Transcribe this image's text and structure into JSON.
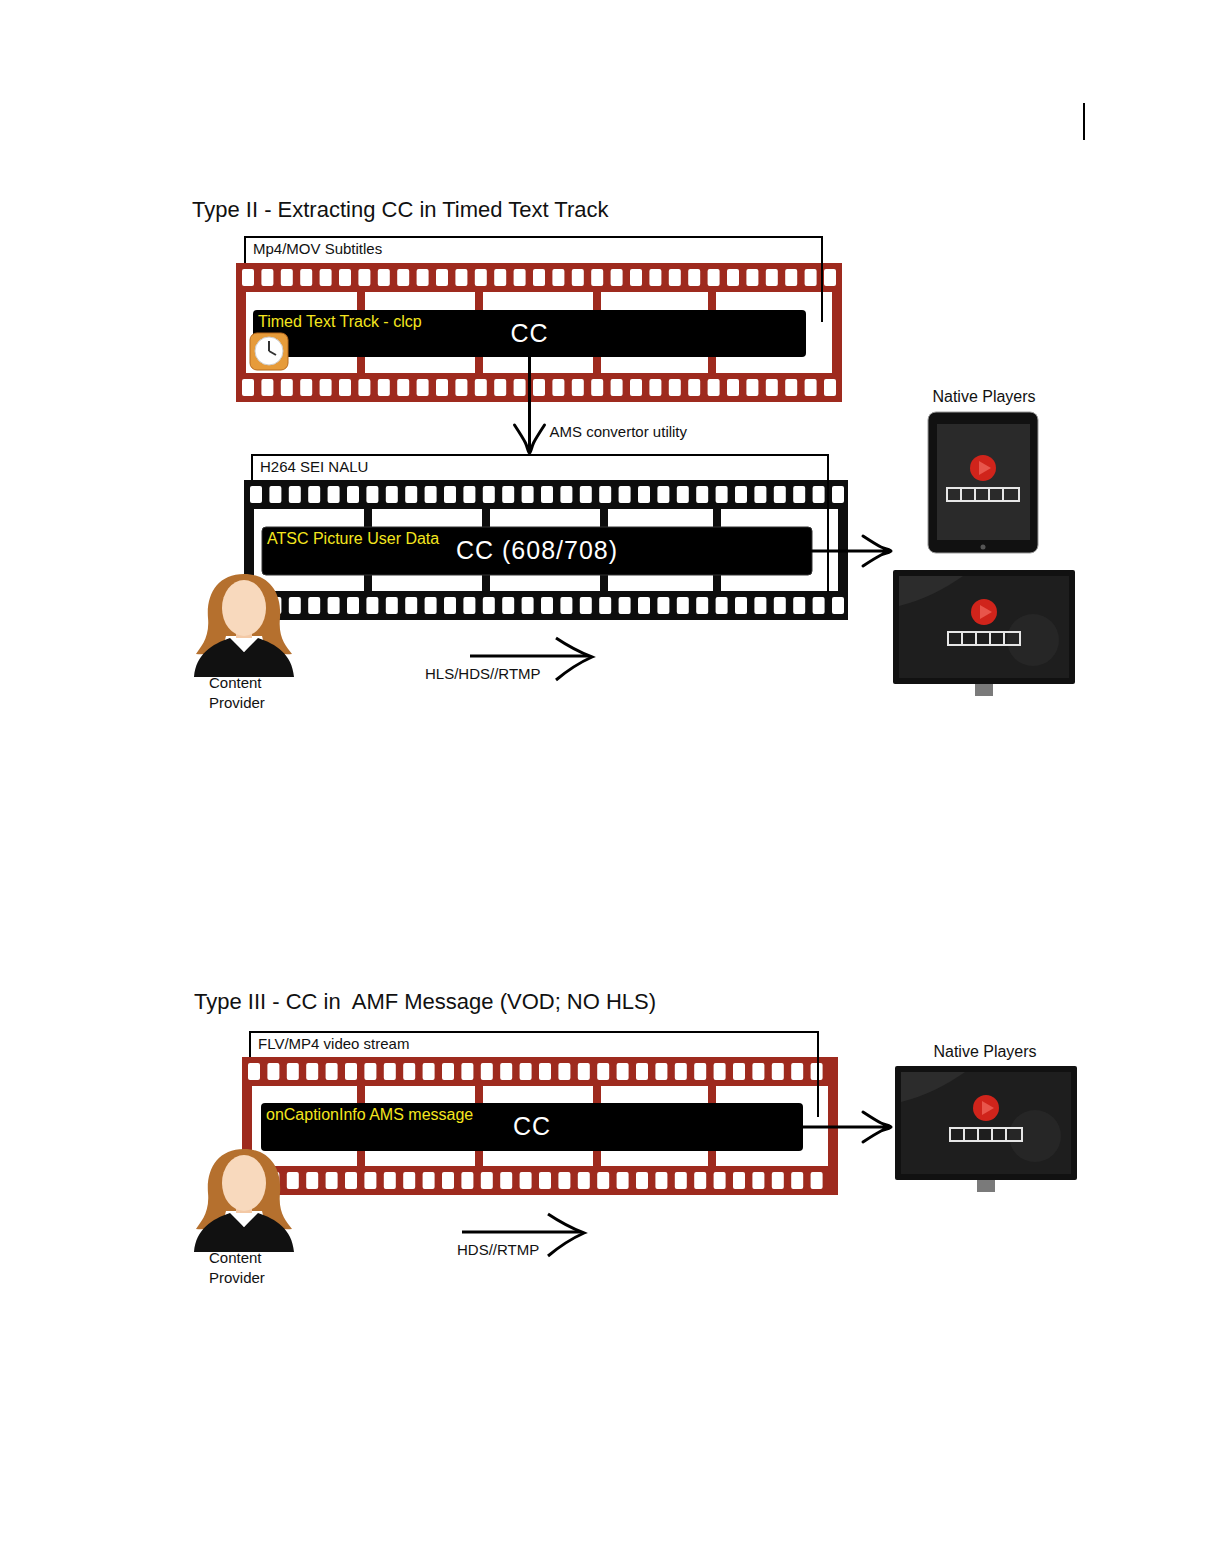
{
  "diagram": {
    "nodes": [
      {
        "text": [
          "Mp4/MOV Subtitles"
        ]
      },
      {
        "text": [
          "Timed Text Track - clcp",
          "CC"
        ],
        "in": 0
      },
      {
        "text": [
          "H264 SEI NALU"
        ]
      },
      {
        "text": [
          "ATSC Picture User Data",
          "CC (608/708)"
        ],
        "in": 2
      },
      {
        "text": [
          "Native Players"
        ]
      },
      {
        "text": [
          "Content Provider"
        ]
      },
      {
        "text": [
          "FLV/MP4 video stream"
        ]
      },
      {
        "text": [
          "onCaptionInfo AMS message",
          "CC"
        ],
        "in": 6
      },
      {
        "text": [
          "Native Players"
        ]
      },
      {
        "text": [
          "Content Provider"
        ]
      }
    ],
    "edges": [
      {
        "from": 1,
        "to": 2,
        "arrow": "to",
        "label": "AMS convertor utility"
      },
      {
        "from": 3,
        "to": 4,
        "arrow": "to"
      },
      {
        "from": 7,
        "to": 8,
        "arrow": "to"
      }
    ],
    "labels": [
      "Type II - Extracting CC in Timed Text Track",
      "HLS/HDS//RTMP",
      "Type III - CC in  AMF Message (VOD; NO HLS)",
      "HDS//RTMP"
    ]
  }
}
